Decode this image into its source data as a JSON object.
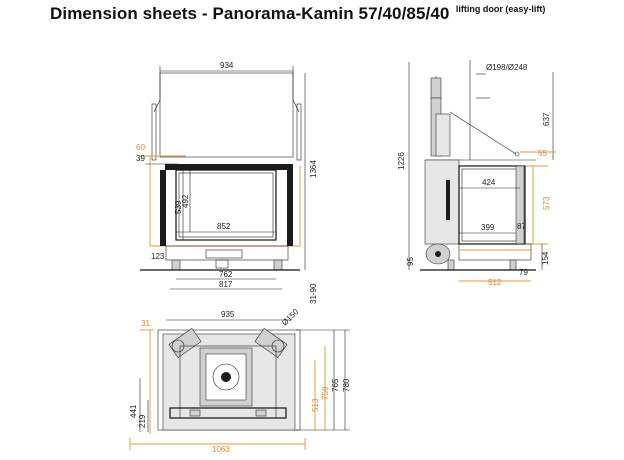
{
  "header": {
    "title": "Dimension sheets - Panorama-Kamin 57/40/85/40",
    "subtitle": "lifting door (easy-lift)"
  },
  "front_view": {
    "width_top": "934",
    "offset_orange": "60",
    "offset_small": "39",
    "glass_height": "539",
    "inner_height": "492",
    "inner_width": "852",
    "total_height": "1364",
    "base_height": "123",
    "feet_inner": "762",
    "feet_outer": "817",
    "leg_range": "31-90"
  },
  "side_view": {
    "flue_diameter": "Ø198/Ø248",
    "top_height": "637",
    "total_height": "1226",
    "orange_top": "55",
    "depth_top": "424",
    "orange_side": "573",
    "depth_inner": "399",
    "bottom_right": "87",
    "base_right": "154",
    "small_left": "95",
    "foot": "79",
    "depth_orange": "512"
  },
  "top_view": {
    "width": "935",
    "outlet_diameter": "Ø150",
    "orange_offset": "31",
    "depth_441": "441",
    "depth_219": "219",
    "orange_513": "513",
    "orange_759": "759",
    "depth_765": "765",
    "depth_780": "780",
    "overall_width": "1063"
  },
  "colors": {
    "line": "#222222",
    "accent_orange": "#e5953f",
    "fill_gray": "#d0d0d0",
    "fill_dark": "#1c1c1c"
  }
}
